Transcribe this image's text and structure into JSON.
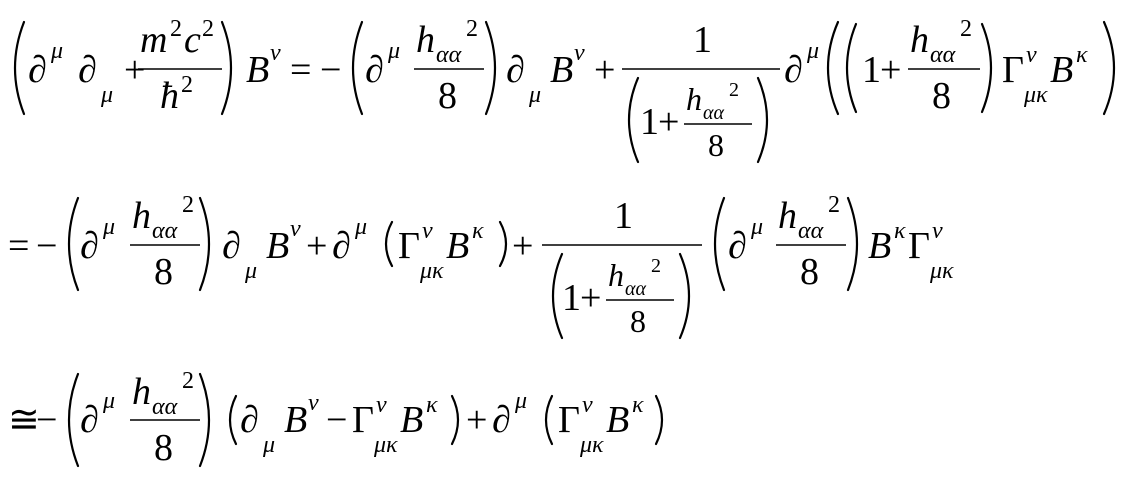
{
  "equation": {
    "partial": "∂",
    "mu": "μ",
    "nu": "ν",
    "kappa": "κ",
    "mukappa": "μκ",
    "alphaalpha": "αα",
    "m": "m",
    "c": "c",
    "hbar": "ħ",
    "h": "h",
    "B": "B",
    "Gamma": "Γ",
    "two": "2",
    "one": "1",
    "eight": "8",
    "plus": "+",
    "minus": "−",
    "equals": "=",
    "approx": "≅"
  }
}
